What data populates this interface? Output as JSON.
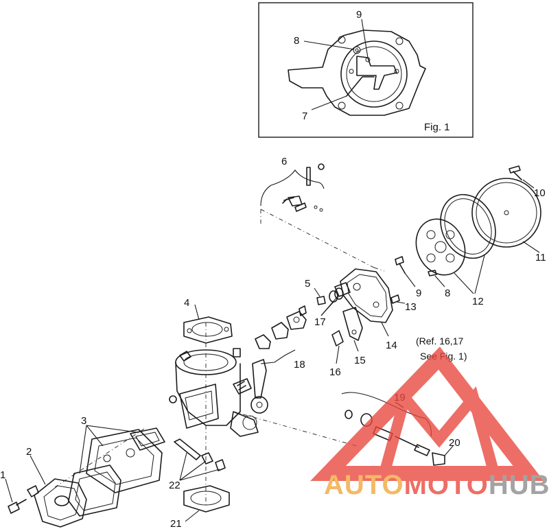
{
  "inset": {
    "label": "Fig. 1",
    "callouts": [
      "7",
      "8",
      "9"
    ]
  },
  "callouts": {
    "c1": "1",
    "c2": "2",
    "c3": "3",
    "c4": "4",
    "c5": "5",
    "c6": "6",
    "c8": "8",
    "c9": "9",
    "c10": "10",
    "c11": "11",
    "c12": "12",
    "c13": "13",
    "c14": "14",
    "c15": "15",
    "c16": "16",
    "c17": "17",
    "c18": "18",
    "c19": "19",
    "c20": "20",
    "c21": "21",
    "c22": "22"
  },
  "note": {
    "line1": "(Ref. 16,17",
    "line2": "See Fig. 1)"
  },
  "watermark": {
    "part1": "AUTO",
    "part2": "MOTO",
    "part3": "HUB",
    "color_red": "#e8463c",
    "color_orange": "#f2a63a",
    "color_gray": "#8a8a8a"
  }
}
